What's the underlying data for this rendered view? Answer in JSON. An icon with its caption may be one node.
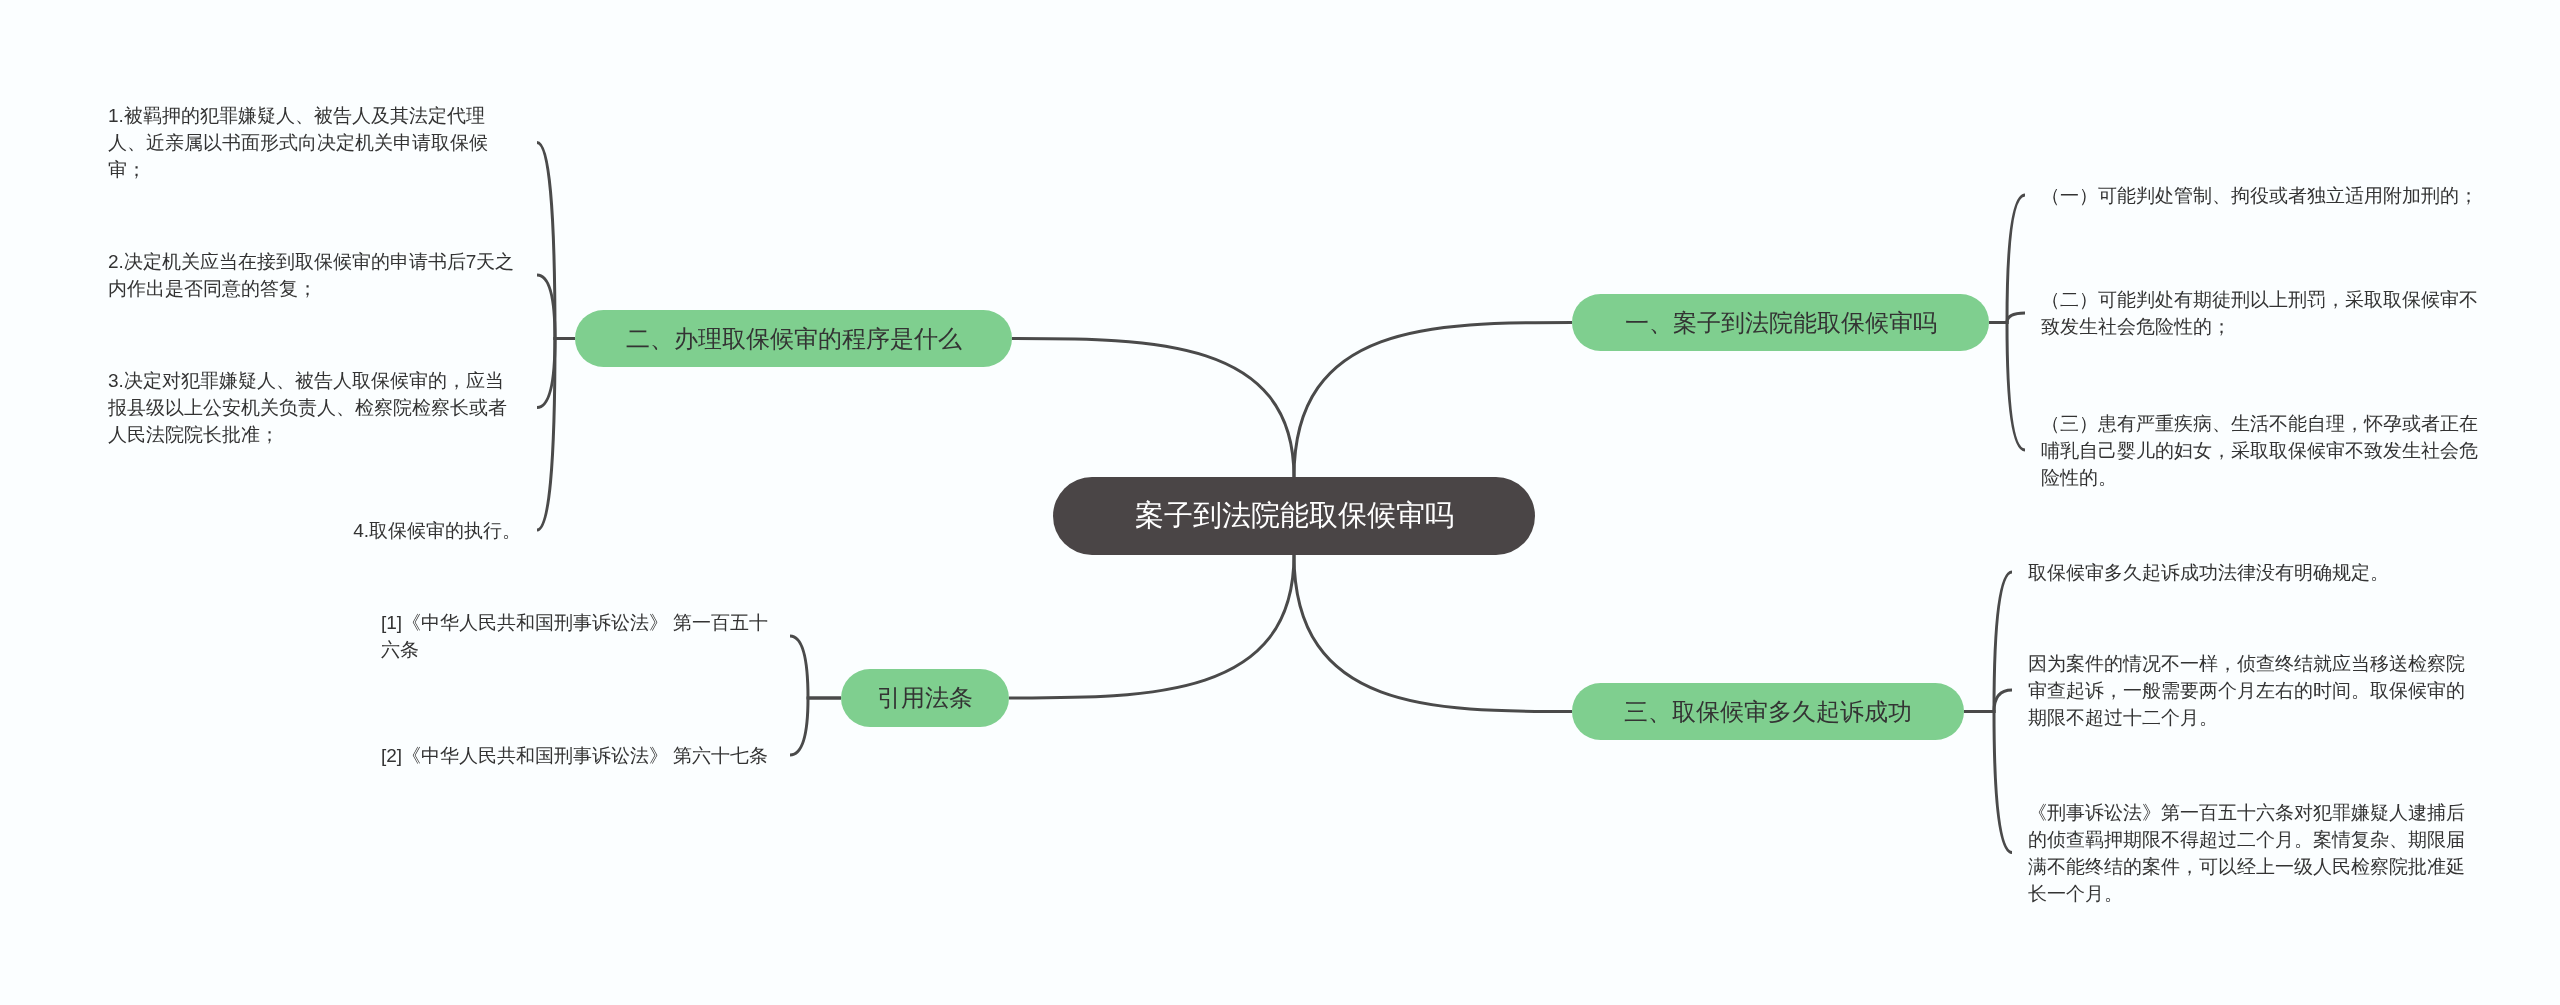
{
  "diagram": {
    "nodes": [
      {
        "text": [
          "案子到法院能取保候审吗"
        ]
      },
      {
        "text": [
          "一、案子到法院能取保候审吗"
        ]
      },
      {
        "text": [
          "（一）可能判处管制、拘役或者独立适用附加刑的；"
        ]
      },
      {
        "text": [
          "（二）可能判处有期徒刑以上刑罚，采取取保候审不致发生社会危险性的；"
        ]
      },
      {
        "text": [
          "（三）患有严重疾病、生活不能自理，怀孕或者正在哺乳自己婴儿的妇女，采取取保候审不致发生社会危险性的。"
        ]
      },
      {
        "text": [
          "三、取保候审多久起诉成功"
        ]
      },
      {
        "text": [
          "取保候审多久起诉成功法律没有明确规定。"
        ]
      },
      {
        "text": [
          "因为案件的情况不一样，侦查终结就应当移送检察院审查起诉，一般需要两个月左右的时间。取保候审的期限不超过十二个月。"
        ]
      },
      {
        "text": [
          "《刑事诉讼法》第一百五十六条对犯罪嫌疑人逮捕后的侦查羁押期限不得超过二个月。案情复杂、期限届满不能终结的案件，可以经上一级人民检察院批准延长一个月。"
        ]
      },
      {
        "text": [
          "二、办理取保候审的程序是什么"
        ]
      },
      {
        "text": [
          "1.被羁押的犯罪嫌疑人、被告人及其法定代理人、近亲属以书面形式向决定机关申请取保候审；"
        ]
      },
      {
        "text": [
          "2.决定机关应当在接到取保候审的申请书后7天之内作出是否同意的答复；"
        ]
      },
      {
        "text": [
          "3.决定对犯罪嫌疑人、被告人取保候审的，应当报县级以上公安机关负责人、检察院检察长或者人民法院院长批准；"
        ]
      },
      {
        "text": [
          "4.取保候审的执行。"
        ]
      },
      {
        "text": [
          "引用法条"
        ]
      },
      {
        "text": [
          "[1]《中华人民共和国刑事诉讼法》 第一百五十六条"
        ]
      },
      {
        "text": [
          "[2]《中华人民共和国刑事诉讼法》 第六十七条"
        ]
      }
    ],
    "edges": [
      {
        "from": 0,
        "to": 1,
        "arrow": "none"
      },
      {
        "from": 1,
        "to": 2,
        "arrow": "none"
      },
      {
        "from": 1,
        "to": 3,
        "arrow": "none"
      },
      {
        "from": 1,
        "to": 4,
        "arrow": "none"
      },
      {
        "from": 0,
        "to": 5,
        "arrow": "none"
      },
      {
        "from": 5,
        "to": 6,
        "arrow": "none"
      },
      {
        "from": 5,
        "to": 7,
        "arrow": "none"
      },
      {
        "from": 5,
        "to": 8,
        "arrow": "none"
      },
      {
        "from": 0,
        "to": 9,
        "arrow": "none"
      },
      {
        "from": 9,
        "to": 10,
        "arrow": "none"
      },
      {
        "from": 9,
        "to": 11,
        "arrow": "none"
      },
      {
        "from": 9,
        "to": 12,
        "arrow": "none"
      },
      {
        "from": 9,
        "to": 13,
        "arrow": "none"
      },
      {
        "from": 0,
        "to": 14,
        "arrow": "none"
      },
      {
        "from": 14,
        "to": 15,
        "arrow": "none"
      },
      {
        "from": 14,
        "to": 16,
        "arrow": "none"
      }
    ]
  }
}
